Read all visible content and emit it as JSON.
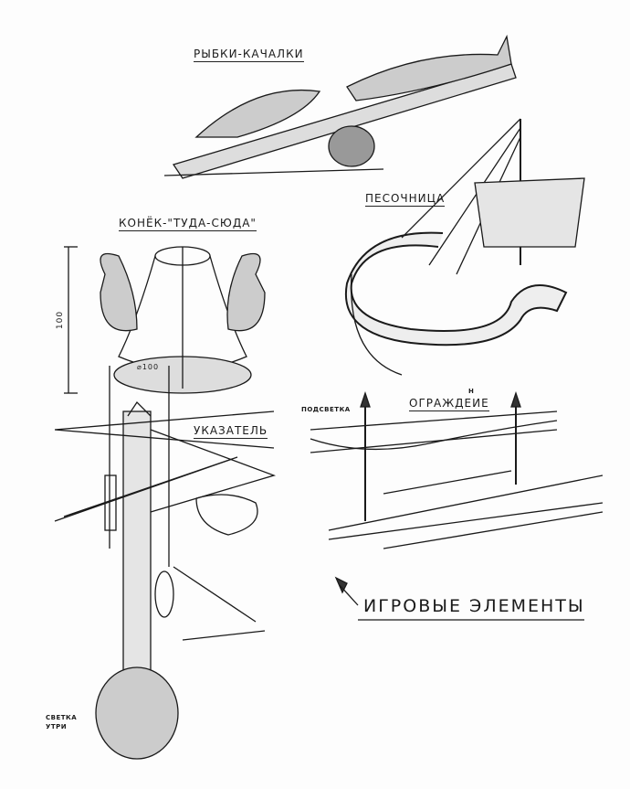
{
  "title": "ИГРОВЫЕ ЭЛЕМЕНТЫ",
  "items": {
    "rocker": "РЫБКИ-КАЧАЛКИ",
    "horse": "КОНЁК-\"ТУДА-СЮДА\"",
    "sandbox": "ПЕСОЧНИЦА",
    "signpost": "УКАЗАТЕЛЬ",
    "fence": "ОГРАЖДЕИЕ",
    "fence_correction": "Н"
  },
  "annotations": {
    "height_dim": "100",
    "diameter_dim": "⌀100",
    "lighting": "ПОДСВЕТКА",
    "lighting_inside": "СВЕТКА\nУТРИ"
  },
  "colors": {
    "ink": "#1a1a1a",
    "paper": "#fdfdfd"
  }
}
